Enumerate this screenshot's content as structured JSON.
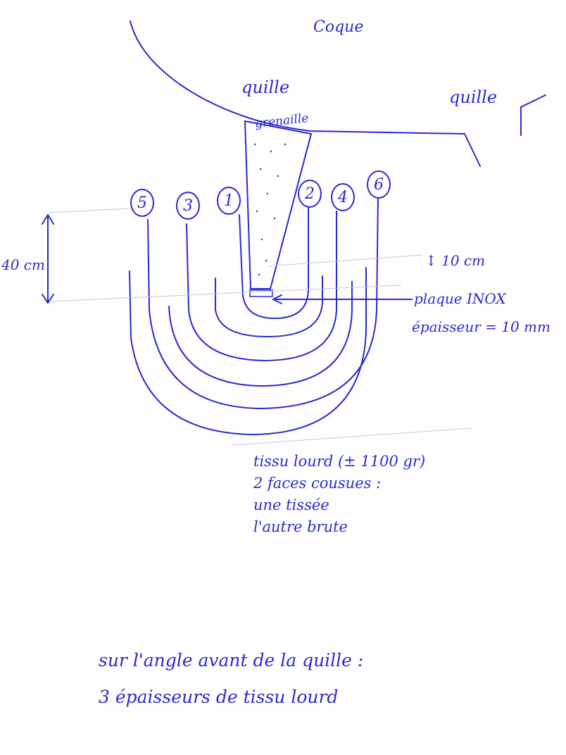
{
  "labels": {
    "coque": "Coque",
    "quille_center": "quille",
    "grenaille": "grenaille",
    "quille_right": "quille",
    "height": "40 cm",
    "gap": "↕ 10 cm",
    "plaque": "plaque INOX",
    "epaisseur": "épaisseur = 10 mm"
  },
  "layers": [
    "1",
    "2",
    "3",
    "4",
    "5",
    "6"
  ],
  "fabric_note": [
    "tissu lourd (± 1100 gr)",
    "2 faces cousues :",
    "une tissée",
    "l'autre brute"
  ],
  "bottom_note": [
    "sur l'angle avant de la quille :",
    "3 épaisseurs de tissu lourd"
  ],
  "colors": {
    "ink": "#2a2ad0",
    "guide": "#c8c8e0"
  }
}
